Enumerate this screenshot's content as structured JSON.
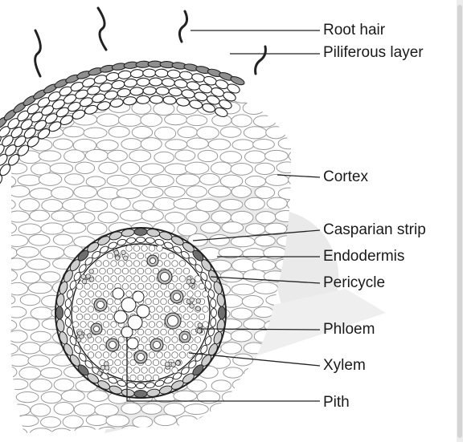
{
  "diagram": {
    "labels": {
      "root_hair": "Root hair",
      "piliferous_layer": "Piliferous layer",
      "cortex": "Cortex",
      "casparian_strip": "Casparian strip",
      "endodermis": "Endodermis",
      "pericycle": "Pericycle",
      "phloem": "Phloem",
      "xylem": "Xylem",
      "pith": "Pith"
    },
    "colors": {
      "outline": "#222222",
      "cortex_cell": "#9a9a9a",
      "piliferous_fill": "#8f8f8f",
      "watermark": "#d9d9d9"
    }
  }
}
